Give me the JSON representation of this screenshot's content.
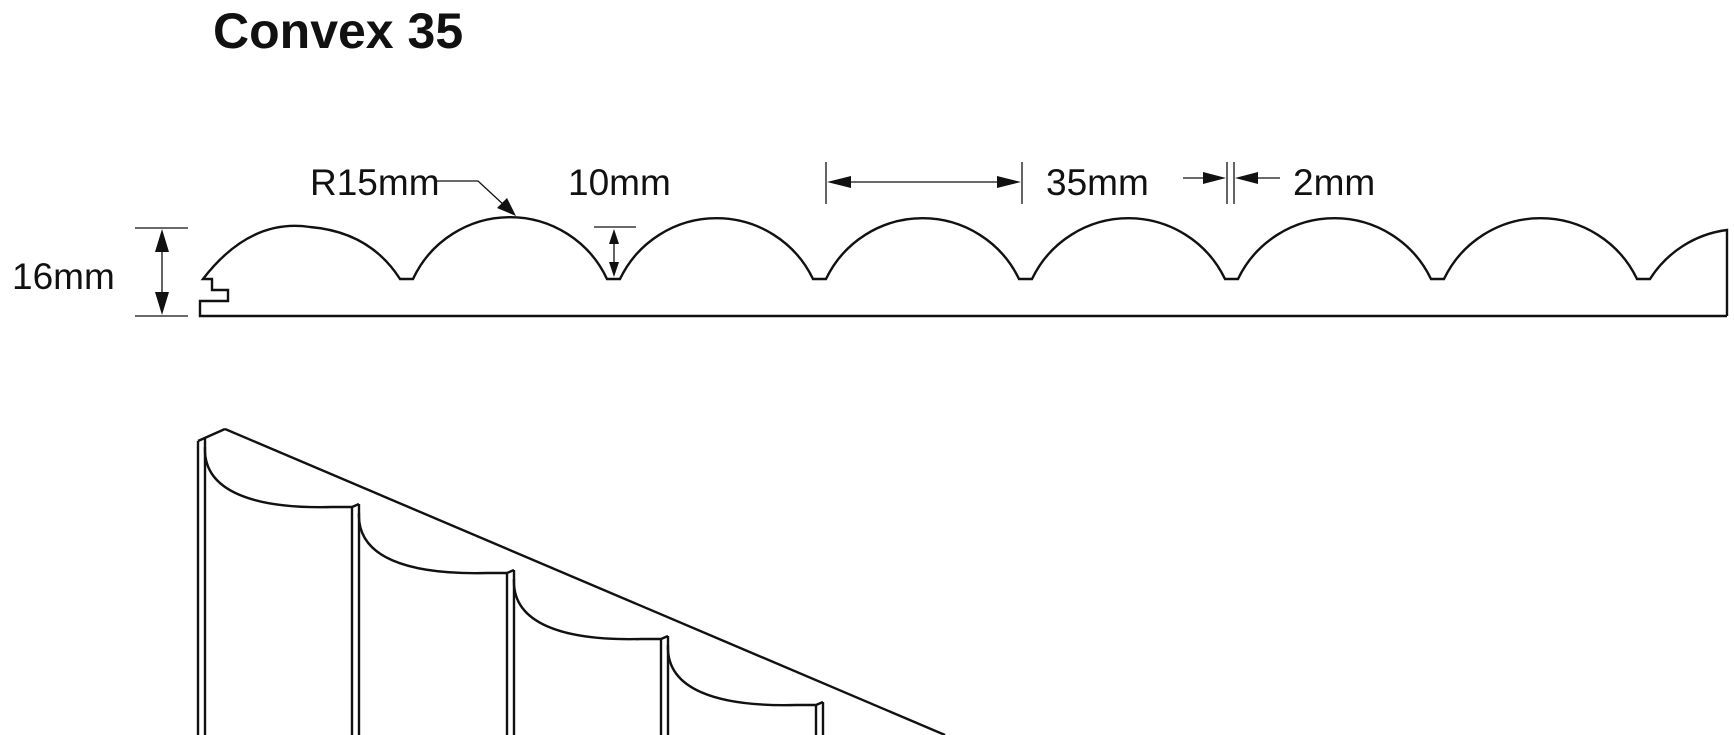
{
  "title": "Convex 35",
  "dimensions": {
    "radius": "R15mm",
    "height": "10mm",
    "pitch": "35mm",
    "gap": "2mm",
    "thickness": "16mm"
  }
}
